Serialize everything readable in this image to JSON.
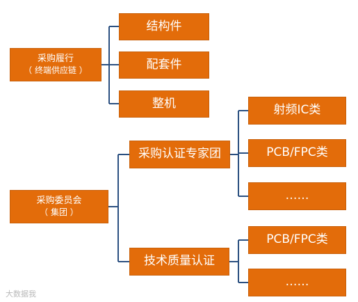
{
  "root_a": {
    "title": "采购履行",
    "subtitle": "（ 终端供应链 ）"
  },
  "children_a": [
    "结构件",
    "配套件",
    "整机"
  ],
  "root_b": {
    "title": "采购委员会",
    "subtitle": "（ 集团 ）"
  },
  "mid_b": [
    "采购认证专家团",
    "技术质量认证"
  ],
  "leaves_b1": [
    "射频IC类",
    "PCB/FPC类",
    "……"
  ],
  "leaves_b2": [
    "PCB/FPC类",
    "……"
  ],
  "watermark": "大数据我",
  "colors": {
    "box_fill": "#e36c0a",
    "connector": "#2a4f80",
    "text": "#ffffff"
  }
}
